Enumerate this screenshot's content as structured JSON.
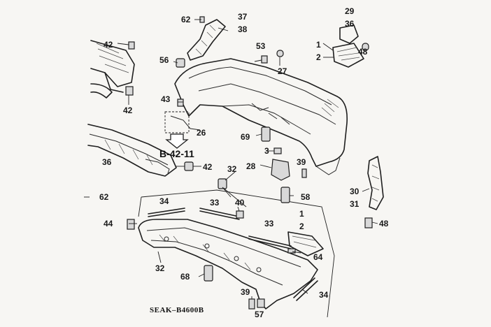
{
  "diagram": {
    "drawing_code": "SEAK–B4600B",
    "reference": "B-42-11",
    "callouts": [
      {
        "id": "c62a",
        "label": "62"
      },
      {
        "id": "c37",
        "label": "37"
      },
      {
        "id": "c38",
        "label": "38"
      },
      {
        "id": "c29",
        "label": "29"
      },
      {
        "id": "c36a",
        "label": "36"
      },
      {
        "id": "c48a",
        "label": "48"
      },
      {
        "id": "c1a",
        "label": "1"
      },
      {
        "id": "c2a",
        "label": "2"
      },
      {
        "id": "c42a",
        "label": "42"
      },
      {
        "id": "c56",
        "label": "56"
      },
      {
        "id": "c53",
        "label": "53"
      },
      {
        "id": "c27",
        "label": "27"
      },
      {
        "id": "c43",
        "label": "43"
      },
      {
        "id": "c42b",
        "label": "42"
      },
      {
        "id": "c26",
        "label": "26"
      },
      {
        "id": "c69",
        "label": "69"
      },
      {
        "id": "c3",
        "label": "3"
      },
      {
        "id": "c36b",
        "label": "36"
      },
      {
        "id": "c42c",
        "label": "42"
      },
      {
        "id": "c39a",
        "label": "39"
      },
      {
        "id": "c28",
        "label": "28"
      },
      {
        "id": "c32a",
        "label": "32"
      },
      {
        "id": "c62b",
        "label": "62"
      },
      {
        "id": "c58a",
        "label": "58"
      },
      {
        "id": "c30",
        "label": "30"
      },
      {
        "id": "c31",
        "label": "31"
      },
      {
        "id": "c34a",
        "label": "34"
      },
      {
        "id": "c33a",
        "label": "33"
      },
      {
        "id": "c40",
        "label": "40"
      },
      {
        "id": "c1b",
        "label": "1"
      },
      {
        "id": "c2b",
        "label": "2"
      },
      {
        "id": "c44",
        "label": "44"
      },
      {
        "id": "c33b",
        "label": "33"
      },
      {
        "id": "c48b",
        "label": "48"
      },
      {
        "id": "c64",
        "label": "64"
      },
      {
        "id": "c32b",
        "label": "32"
      },
      {
        "id": "c68",
        "label": "68"
      },
      {
        "id": "c34b",
        "label": "34"
      },
      {
        "id": "c39b",
        "label": "39"
      },
      {
        "id": "c57",
        "label": "57"
      }
    ]
  }
}
